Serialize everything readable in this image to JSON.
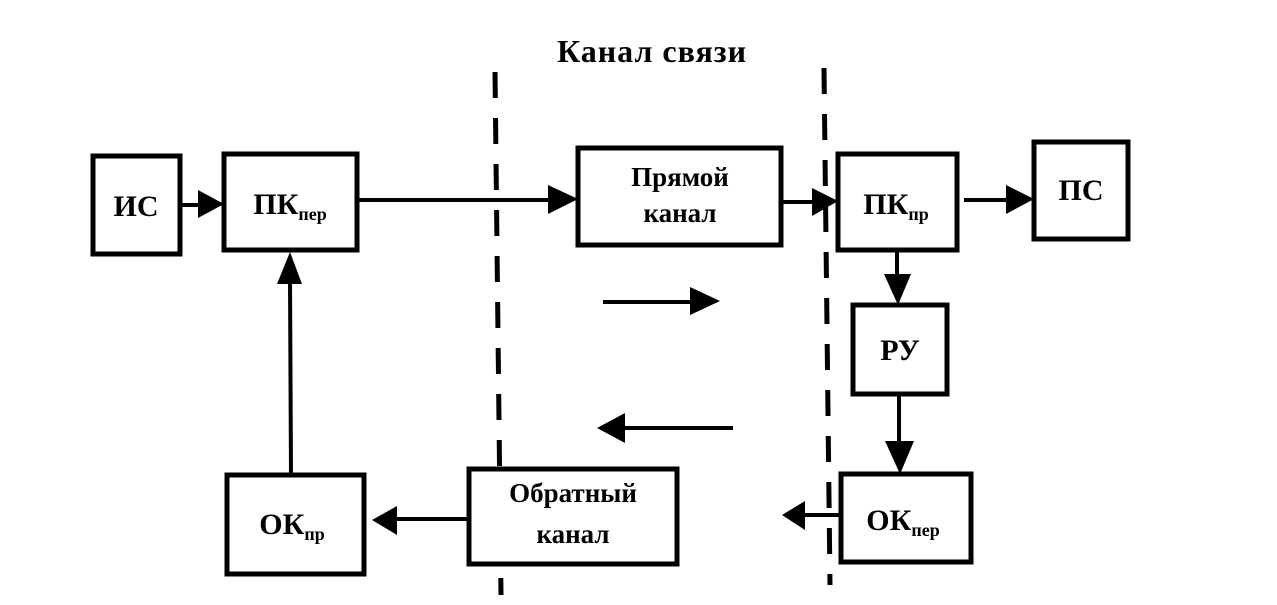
{
  "diagram": {
    "title": "Канал связи",
    "blocks": {
      "is": {
        "main": "ИС",
        "sub": ""
      },
      "pk_per": {
        "main": "ПК",
        "sub": "пер"
      },
      "direct_channel": {
        "line1": "Прямой",
        "line2": "канал"
      },
      "pk_pr": {
        "main": "ПК",
        "sub": "пр"
      },
      "ps": {
        "main": "ПС",
        "sub": ""
      },
      "ru": {
        "main": "РУ",
        "sub": ""
      },
      "ok_per": {
        "main": "ОК",
        "sub": "пер"
      },
      "reverse_channel": {
        "line1": "Обратный",
        "line2": "канал"
      },
      "ok_pr": {
        "main": "ОК",
        "sub": "пр"
      }
    },
    "connections": [
      {
        "from": "ИС",
        "to": "ПКпер"
      },
      {
        "from": "ПКпер",
        "to": "Прямой канал"
      },
      {
        "from": "Прямой канал",
        "to": "ПКпр"
      },
      {
        "from": "ПКпр",
        "to": "ПС"
      },
      {
        "from": "ПКпр",
        "to": "РУ"
      },
      {
        "from": "РУ",
        "to": "ОКпер"
      },
      {
        "from": "ОКпер",
        "to": "Обратный канал"
      },
      {
        "from": "Обратный канал",
        "to": "ОКпр"
      },
      {
        "from": "ОКпр",
        "to": "ПКпер"
      }
    ],
    "direction_indicators": [
      "forward-right",
      "backward-left"
    ]
  }
}
